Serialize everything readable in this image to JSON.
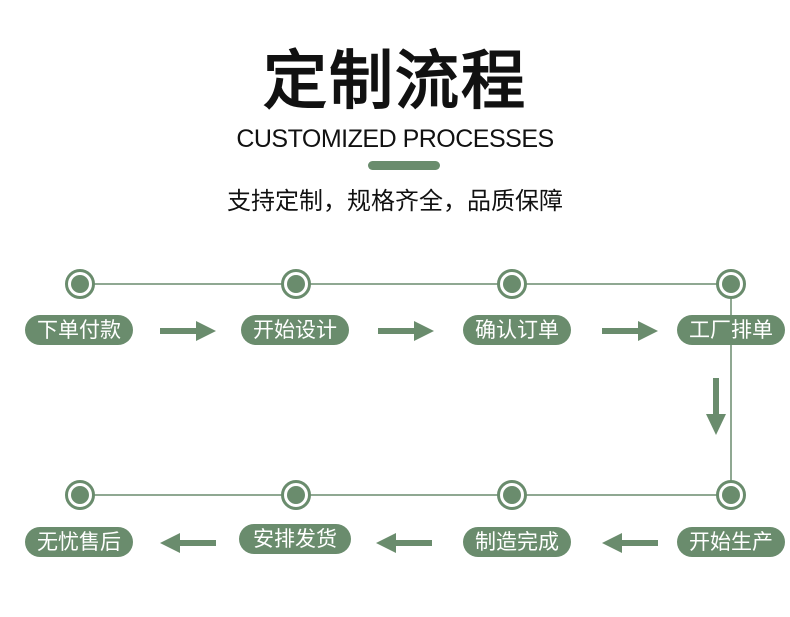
{
  "header": {
    "title": "定制流程",
    "subtitle_en": "CUSTOMIZED PROCESSES",
    "tagline": "支持定制，规格齐全，品质保障"
  },
  "colors": {
    "accent": "#6a8c6d",
    "connector": "#8fa892",
    "text": "#111111"
  },
  "steps": [
    {
      "label": "下单付款"
    },
    {
      "label": "开始设计"
    },
    {
      "label": "确认订单"
    },
    {
      "label": "工厂排单"
    },
    {
      "label": "开始生产"
    },
    {
      "label": "制造完成"
    },
    {
      "label": "安排发货"
    },
    {
      "label": "无忧售后"
    }
  ],
  "arrows": [
    {
      "direction": "right"
    },
    {
      "direction": "right"
    },
    {
      "direction": "right"
    },
    {
      "direction": "down"
    },
    {
      "direction": "left"
    },
    {
      "direction": "left"
    },
    {
      "direction": "left"
    }
  ]
}
